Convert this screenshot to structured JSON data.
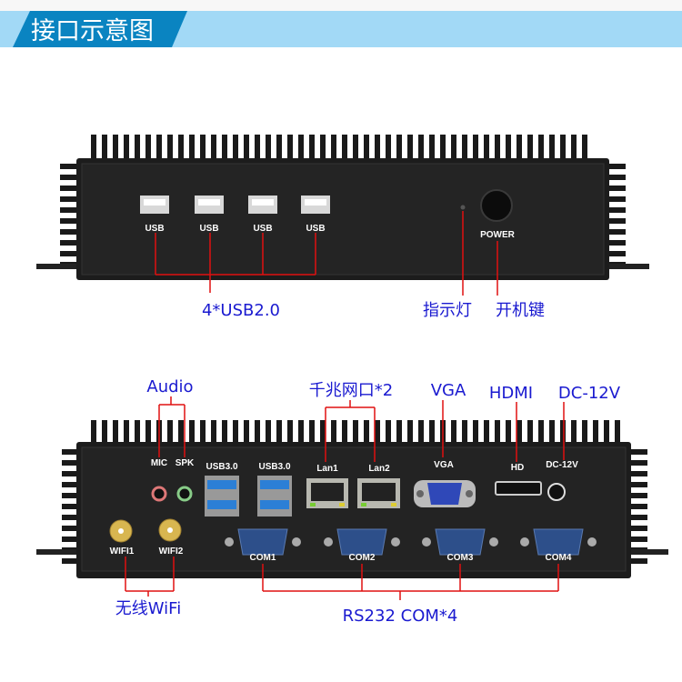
{
  "banner": {
    "title": "接口示意图",
    "colors": {
      "bar": "#a2d9f6",
      "tab": "#0a84c1"
    }
  },
  "front_panel": {
    "usb_labels": [
      "USB",
      "USB",
      "USB",
      "USB"
    ],
    "power_label": "POWER",
    "callouts": {
      "usb": "4*USB2.0",
      "indicator": "指示灯",
      "power": "开机键"
    }
  },
  "rear_panel": {
    "mic": "MIC",
    "spk": "SPK",
    "usb3_labels": [
      "USB3.0",
      "USB3.0"
    ],
    "lan_labels": [
      "Lan1",
      "Lan2"
    ],
    "vga": "VGA",
    "hd": "HD",
    "dc": "DC-12V",
    "wifi_labels": [
      "WIFI1",
      "WIFI2"
    ],
    "com_labels": [
      "COM1",
      "COM2",
      "COM3",
      "COM4"
    ],
    "callouts": {
      "audio": "Audio",
      "lan": "千兆网口*2",
      "vga": "VGA",
      "hdmi": "HDMI",
      "dc": "DC-12V",
      "wifi": "无线WiFi",
      "com": "RS232 COM*4"
    }
  },
  "colors": {
    "callout_text": "#1a1ad0",
    "callout_line": "#e01010",
    "chassis": "#1c1c1c"
  }
}
